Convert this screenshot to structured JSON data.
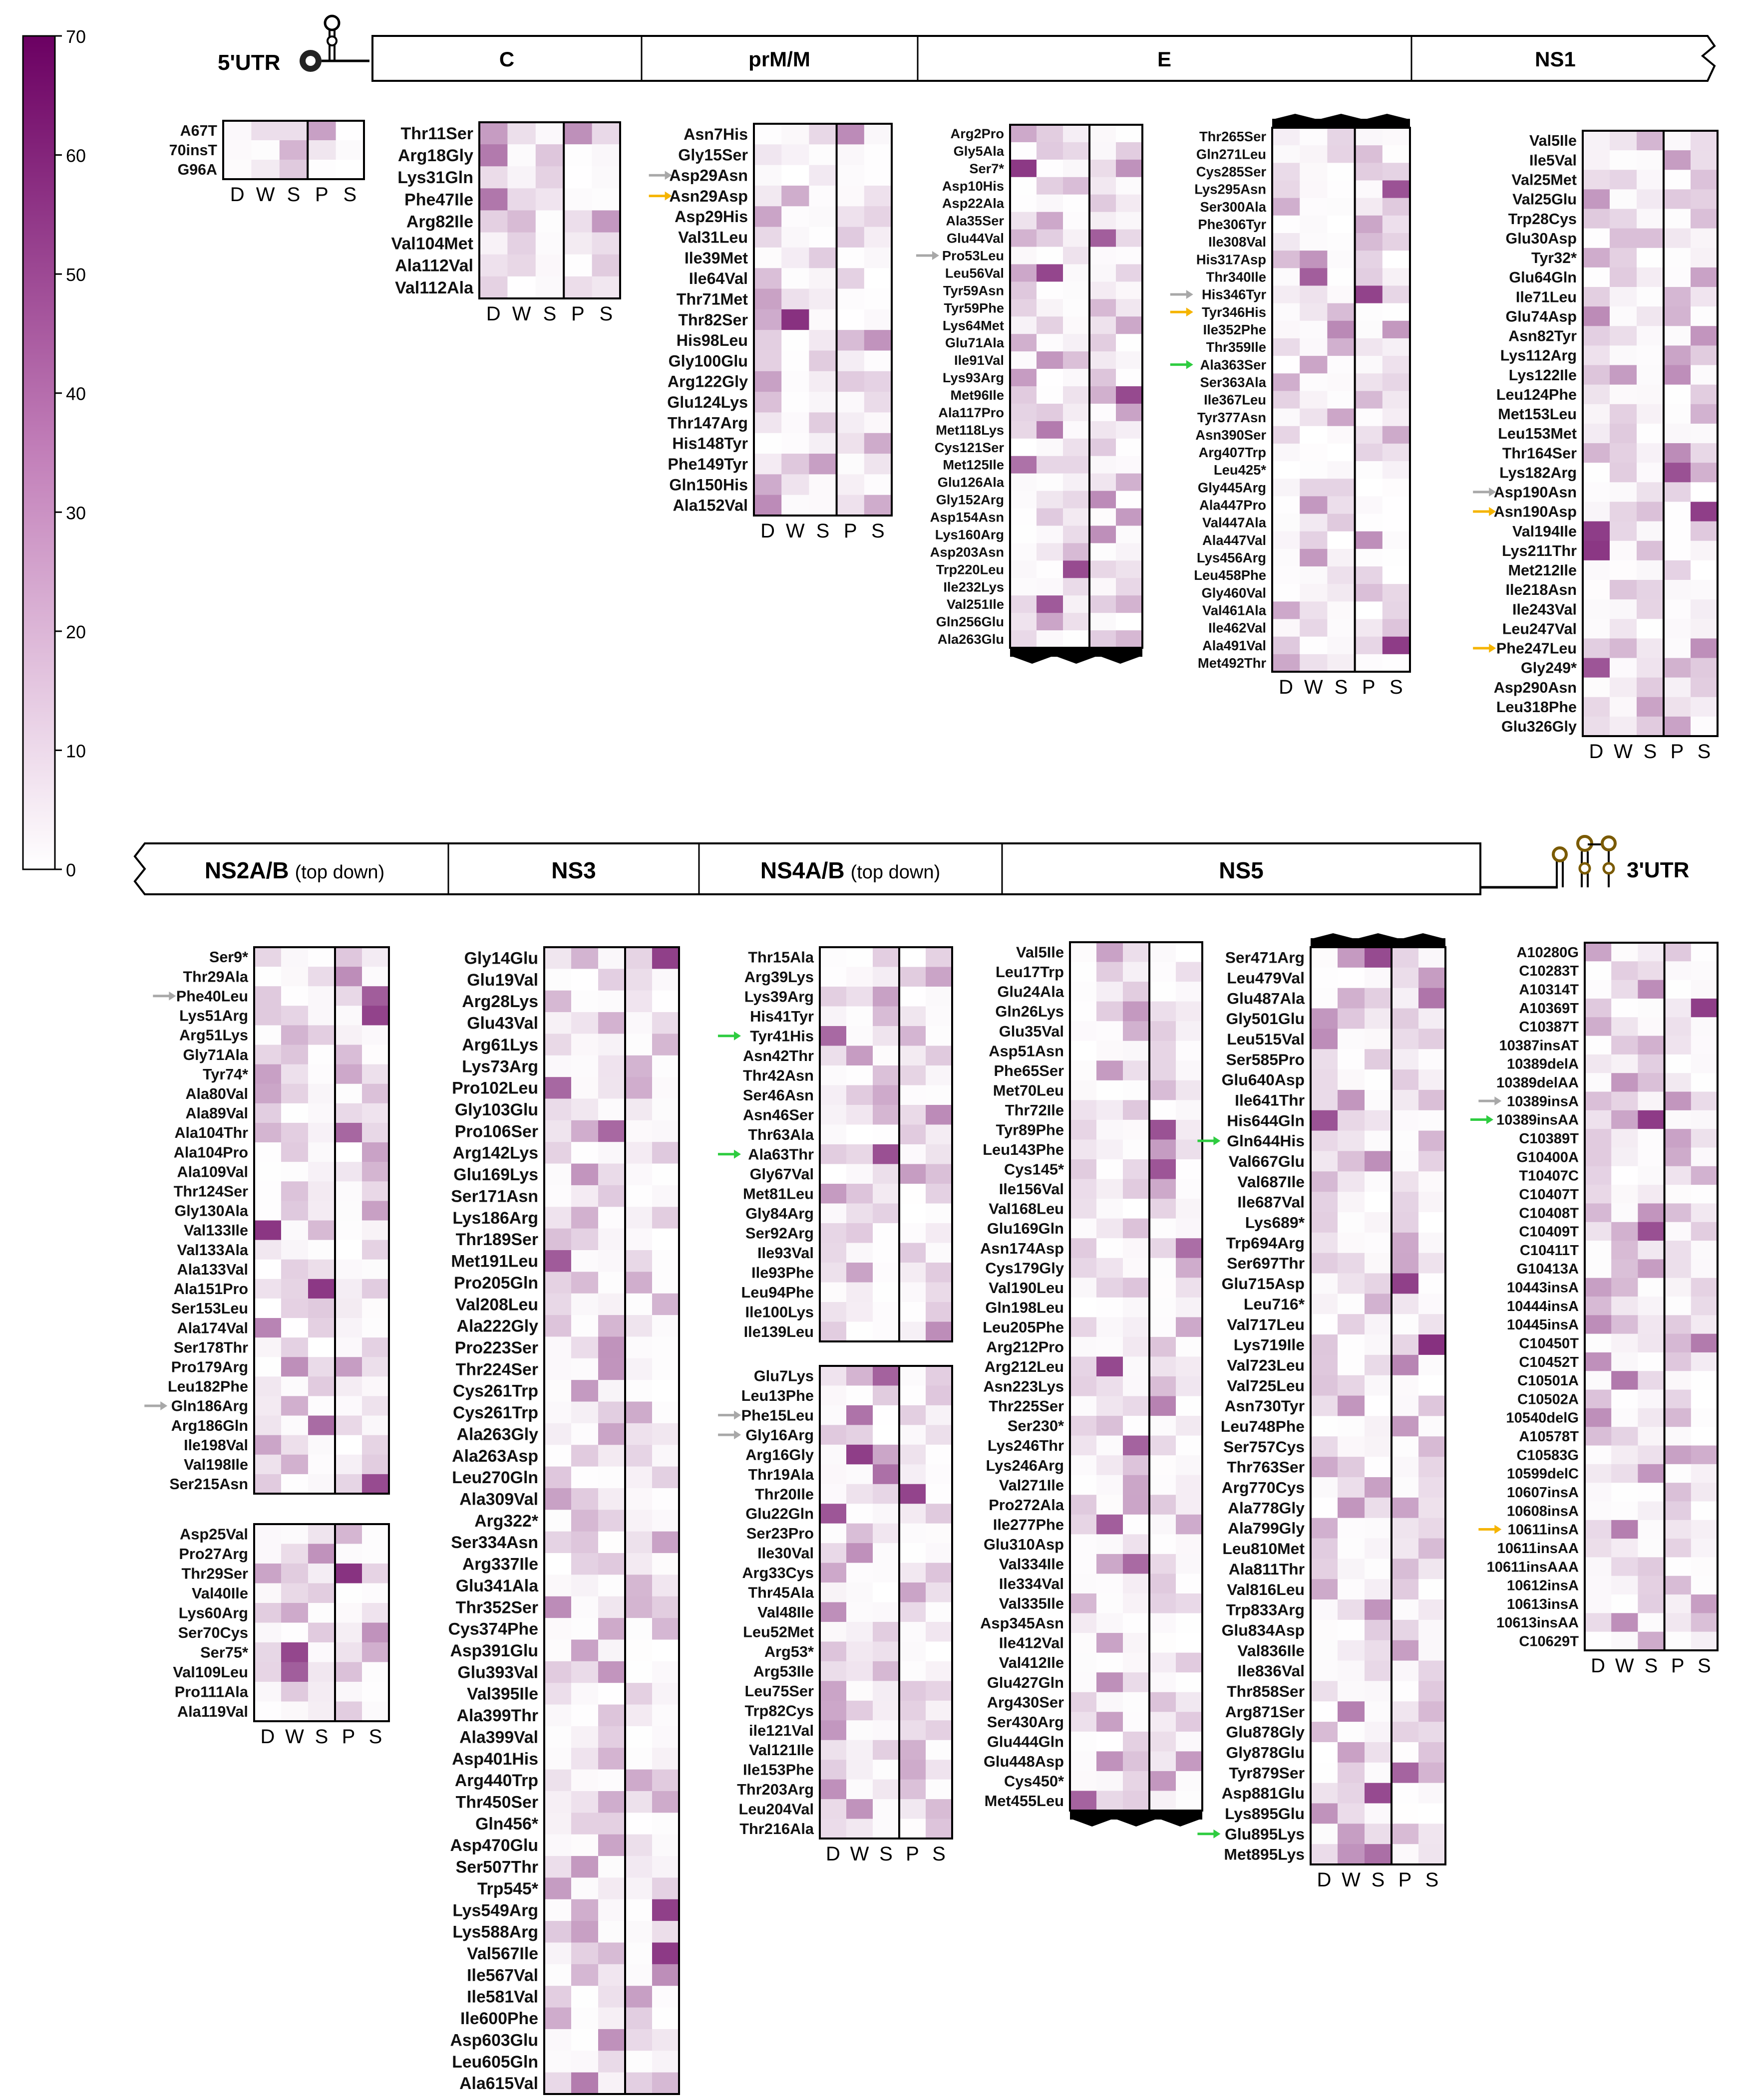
{
  "colorbar": {
    "min": 0,
    "max": 70,
    "ticks": [
      "0",
      "10",
      "20",
      "30",
      "40",
      "50",
      "60",
      "70"
    ],
    "color_low": "#ffffff",
    "color_high": "#6b0062"
  },
  "genome_top": {
    "left_label": "5'UTR",
    "segments": [
      "C",
      "prM/M",
      "E",
      "NS1"
    ]
  },
  "genome_bottom": {
    "right_label": "3'UTR",
    "segments": [
      {
        "name": "NS2A/B",
        "note": "(top down)"
      },
      {
        "name": "NS3",
        "note": ""
      },
      {
        "name": "NS4A/B",
        "note": "(top down)"
      },
      {
        "name": "NS5",
        "note": ""
      }
    ]
  },
  "columns": [
    "D",
    "W",
    "S",
    "P",
    "S"
  ],
  "arrow_colors": {
    "gray": "#a8a8a8",
    "orange": "#f5b400",
    "green": "#2ecc40"
  },
  "panels": [
    {
      "id": "utr5",
      "labels": [
        "A67T",
        "70insT",
        "G96A"
      ],
      "arrows": {},
      "xlabels": true,
      "cap": ""
    },
    {
      "id": "C",
      "labels": [
        "Thr11Ser",
        "Arg18Gly",
        "Lys31Gln",
        "Phe47Ile",
        "Arg82Ile",
        "Val104Met",
        "Ala112Val",
        "Val112Ala"
      ],
      "arrows": {},
      "xlabels": true,
      "cap": ""
    },
    {
      "id": "prM",
      "labels": [
        "Asn7His",
        "Gly15Ser",
        "Asp29Asn",
        "Asn29Asp",
        "Asp29His",
        "Val31Leu",
        "Ile39Met",
        "Ile64Val",
        "Thr71Met",
        "Thr82Ser",
        "His98Leu",
        "Gly100Glu",
        "Arg122Gly",
        "Glu124Lys",
        "Thr147Arg",
        "His148Tyr",
        "Phe149Tyr",
        "Gln150His",
        "Ala152Val"
      ],
      "arrows": {
        "2": "gray",
        "3": "orange"
      },
      "xlabels": true,
      "cap": ""
    },
    {
      "id": "E1",
      "labels": [
        "Arg2Pro",
        "Gly5Ala",
        "Ser7*",
        "Asp10His",
        "Asp22Ala",
        "Ala35Ser",
        "Glu44Val",
        "Pro53Leu",
        "Leu56Val",
        "Tyr59Asn",
        "Tyr59Phe",
        "Lys64Met",
        "Glu71Ala",
        "Ile91Val",
        "Lys93Arg",
        "Met96Ile",
        "Ala117Pro",
        "Met118Lys",
        "Cys121Ser",
        "Met125Ile",
        "Glu126Ala",
        "Gly152Arg",
        "Asp154Asn",
        "Lys160Arg",
        "Asp203Asn",
        "Trp220Leu",
        "Ile232Lys",
        "Val251Ile",
        "Gln256Glu",
        "Ala263Glu"
      ],
      "arrows": {
        "7": "gray"
      },
      "xlabels": false,
      "cap": "bottom"
    },
    {
      "id": "E2",
      "labels": [
        "Thr265Ser",
        "Gln271Leu",
        "Cys285Ser",
        "Lys295Asn",
        "Ser300Ala",
        "Phe306Tyr",
        "Ile308Val",
        "His317Asp",
        "Thr340Ile",
        "His346Tyr",
        "Tyr346His",
        "Ile352Phe",
        "Thr359Ile",
        "Ala363Ser",
        "Ser363Ala",
        "Ile367Leu",
        "Tyr377Asn",
        "Asn390Ser",
        "Arg407Trp",
        "Leu425*",
        "Gly445Arg",
        "Ala447Pro",
        "Val447Ala",
        "Ala447Val",
        "Lys456Arg",
        "Leu458Phe",
        "Gly460Val",
        "Val461Ala",
        "Ile462Val",
        "Ala491Val",
        "Met492Thr"
      ],
      "arrows": {
        "9": "gray",
        "10": "orange",
        "13": "green"
      },
      "xlabels": true,
      "cap": "top"
    },
    {
      "id": "NS1",
      "labels": [
        "Val5Ile",
        "Ile5Val",
        "Val25Met",
        "Val25Glu",
        "Trp28Cys",
        "Glu30Asp",
        "Tyr32*",
        "Glu64Gln",
        "Ile71Leu",
        "Glu74Asp",
        "Asn82Tyr",
        "Lys112Arg",
        "Lys122Ile",
        "Leu124Phe",
        "Met153Leu",
        "Leu153Met",
        "Thr164Ser",
        "Lys182Arg",
        "Asp190Asn",
        "Asn190Asp",
        "Val194Ile",
        "Lys211Thr",
        "Met212Ile",
        "Ile218Asn",
        "Ile243Val",
        "Leu247Val",
        "Phe247Leu",
        "Gly249*",
        "Asp290Asn",
        "Leu318Phe",
        "Glu326Gly"
      ],
      "arrows": {
        "18": "gray",
        "19": "orange",
        "26": "orange"
      },
      "xlabels": true,
      "cap": ""
    },
    {
      "id": "NS2a",
      "labels": [
        "Ser9*",
        "Thr29Ala",
        "Phe40Leu",
        "Lys51Arg",
        "Arg51Lys",
        "Gly71Ala",
        "Tyr74*",
        "Ala80Val",
        "Ala89Val",
        "Ala104Thr",
        "Ala104Pro",
        "Ala109Val",
        "Thr124Ser",
        "Gly130Ala",
        "Val133Ile",
        "Val133Ala",
        "Ala133Val",
        "Ala151Pro",
        "Ser153Leu",
        "Ala174Val",
        "Ser178Thr",
        "Pro179Arg",
        "Leu182Phe",
        "Gln186Arg",
        "Arg186Gln",
        "Ile198Val",
        "Val198Ile",
        "Ser215Asn"
      ],
      "arrows": {
        "2": "gray",
        "23": "gray"
      },
      "xlabels": false,
      "cap": ""
    },
    {
      "id": "NS2b",
      "labels": [
        "Asp25Val",
        "Pro27Arg",
        "Thr29Ser",
        "Val40Ile",
        "Lys60Arg",
        "Ser70Cys",
        "Ser75*",
        "Val109Leu",
        "Pro111Ala",
        "Ala119Val"
      ],
      "arrows": {},
      "xlabels": true,
      "cap": ""
    },
    {
      "id": "NS3",
      "labels": [
        "Gly14Glu",
        "Glu19Val",
        "Arg28Lys",
        "Glu43Val",
        "Arg61Lys",
        "Lys73Arg",
        "Pro102Leu",
        "Gly103Glu",
        "Pro106Ser",
        "Arg142Lys",
        "Glu169Lys",
        "Ser171Asn",
        "Lys186Arg",
        "Thr189Ser",
        "Met191Leu",
        "Pro205Gln",
        "Val208Leu",
        "Ala222Gly",
        "Pro223Ser",
        "Thr224Ser",
        "Cys261Trp",
        "Cys261Trp",
        "Ala263Gly",
        "Ala263Asp",
        "Leu270Gln",
        "Ala309Val",
        "Arg322*",
        "Ser334Asn",
        "Arg337Ile",
        "Glu341Ala",
        "Thr352Ser",
        "Cys374Phe",
        "Asp391Glu",
        "Glu393Val",
        "Val395Ile",
        "Ala399Thr",
        "Ala399Val",
        "Asp401His",
        "Arg440Trp",
        "Thr450Ser",
        "Gln456*",
        "Asp470Glu",
        "Ser507Thr",
        "Trp545*",
        "Lys549Arg",
        "Lys588Arg",
        "Val567Ile",
        "Ile567Val",
        "Ile581Val",
        "Ile600Phe",
        "Asp603Glu",
        "Leu605Gln",
        "Ala615Val"
      ],
      "arrows": {},
      "xlabels": true,
      "cap": ""
    },
    {
      "id": "NS4a",
      "labels": [
        "Thr15Ala",
        "Arg39Lys",
        "Lys39Arg",
        "His41Tyr",
        "Tyr41His",
        "Asn42Thr",
        "Thr42Asn",
        "Ser46Asn",
        "Asn46Ser",
        "Thr63Ala",
        "Ala63Thr",
        "Gly67Val",
        "Met81Leu",
        "Gly84Arg",
        "Ser92Arg",
        "Ile93Val",
        "Ile93Phe",
        "Leu94Phe",
        "Ile100Lys",
        "Ile139Leu"
      ],
      "arrows": {
        "4": "green",
        "10": "green"
      },
      "xlabels": false,
      "cap": ""
    },
    {
      "id": "NS4b",
      "labels": [
        "Glu7Lys",
        "Leu13Phe",
        "Phe15Leu",
        "Gly16Arg",
        "Arg16Gly",
        "Thr19Ala",
        "Thr20Ile",
        "Glu22Gln",
        "Ser23Pro",
        "Ile30Val",
        "Arg33Cys",
        "Thr45Ala",
        "Val48Ile",
        "Leu52Met",
        "Arg53*",
        "Arg53Ile",
        "Leu75Ser",
        "Trp82Cys",
        "ile121Val",
        "Val121Ile",
        "Ile153Phe",
        "Thr203Arg",
        "Leu204Val",
        "Thr216Ala"
      ],
      "arrows": {
        "2": "gray",
        "3": "gray"
      },
      "xlabels": true,
      "cap": ""
    },
    {
      "id": "NS5a",
      "labels": [
        "Val5Ile",
        "Leu17Trp",
        "Glu24Ala",
        "Gln26Lys",
        "Glu35Val",
        "Asp51Asn",
        "Phe65Ser",
        "Met70Leu",
        "Thr72Ile",
        "Tyr89Phe",
        "Leu143Phe",
        "Cys145*",
        "Ile156Val",
        "Val168Leu",
        "Glu169Gln",
        "Asn174Asp",
        "Cys179Gly",
        "Val190Leu",
        "Gln198Leu",
        "Leu205Phe",
        "Arg212Pro",
        "Arg212Leu",
        "Asn223Lys",
        "Thr225Ser",
        "Ser230*",
        "Lys246Thr",
        "Lys246Arg",
        "Val271Ile",
        "Pro272Ala",
        "Ile277Phe",
        "Glu310Asp",
        "Val334Ile",
        "Ile334Val",
        "Val335Ile",
        "Asp345Asn",
        "Ile412Val",
        "Val412Ile",
        "Glu427Gln",
        "Arg430Ser",
        "Ser430Arg",
        "Glu444Gln",
        "Glu448Asp",
        "Cys450*",
        "Met455Leu"
      ],
      "arrows": {},
      "xlabels": false,
      "cap": "bottom"
    },
    {
      "id": "NS5b",
      "labels": [
        "Ser471Arg",
        "Leu479Val",
        "Glu487Ala",
        "Gly501Glu",
        "Leu515Val",
        "Ser585Pro",
        "Glu640Asp",
        "Ile641Thr",
        "His644Gln",
        "Gln644His",
        "Val667Glu",
        "Val687Ile",
        "Ile687Val",
        "Lys689*",
        "Trp694Arg",
        "Ser697Thr",
        "Glu715Asp",
        "Leu716*",
        "Val717Leu",
        "Lys719Ile",
        "Val723Leu",
        "Val725Leu",
        "Asn730Tyr",
        "Leu748Phe",
        "Ser757Cys",
        "Thr763Ser",
        "Arg770Cys",
        "Ala778Gly",
        "Ala799Gly",
        "Leu810Met",
        "Ala811Thr",
        "Val816Leu",
        "Trp833Arg",
        "Glu834Asp",
        "Val836Ile",
        "Ile836Val",
        "Thr858Ser",
        "Arg871Ser",
        "Glu878Gly",
        "Gly878Glu",
        "Tyr879Ser",
        "Asp881Glu",
        "Lys895Glu",
        "Glu895Lys",
        "Met895Lys"
      ],
      "arrows": {
        "9": "green",
        "43": "green"
      },
      "xlabels": true,
      "cap": "top"
    },
    {
      "id": "utr3",
      "labels": [
        "A10280G",
        "C10283T",
        "A10314T",
        "A10369T",
        "C10387T",
        "10387insAT",
        "10389delA",
        "10389delAA",
        "10389insA",
        "10389insAA",
        "C10389T",
        "G10400A",
        "T10407C",
        "C10407T",
        "C10408T",
        "C10409T",
        "C10411T",
        "G10413A",
        "10443insA",
        "10444insA",
        "10445insA",
        "C10450T",
        "C10452T",
        "C10501A",
        "C10502A",
        "10540delG",
        "A10578T",
        "C10583G",
        "10599delC",
        "10607insA",
        "10608insA",
        "10611insA",
        "10611insAA",
        "10611insAAA",
        "10612insA",
        "10613insA",
        "10613insAA",
        "C10629T"
      ],
      "arrows": {
        "8": "gray",
        "9": "green",
        "31": "orange"
      },
      "xlabels": true,
      "cap": ""
    }
  ]
}
